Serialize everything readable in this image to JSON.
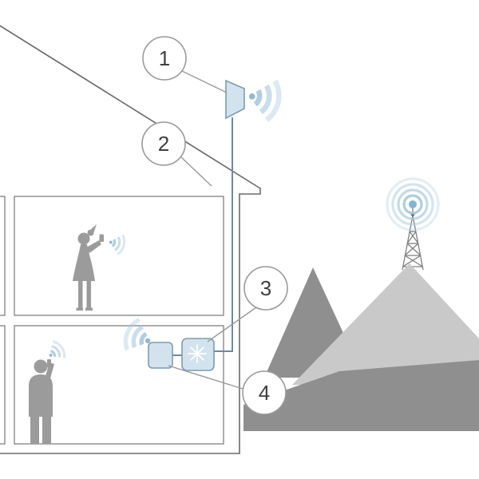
{
  "diagram": {
    "callouts": [
      {
        "label": "1",
        "target": "outdoor-antenna"
      },
      {
        "label": "2",
        "target": "coax-cable"
      },
      {
        "label": "3",
        "target": "signal-booster"
      },
      {
        "label": "4",
        "target": "indoor-antenna"
      }
    ],
    "colors": {
      "device_fill": "#d3e3ee",
      "device_stroke": "#7c9cb2",
      "wave_blue": "#aac9dd",
      "silhouette_gray": "#9b9b9b",
      "mountain_dark": "#8f8f8f",
      "mountain_light": "#c9c9c9",
      "outline_gray": "#6b6b6b",
      "callout_text": "#3f3f3f"
    }
  }
}
